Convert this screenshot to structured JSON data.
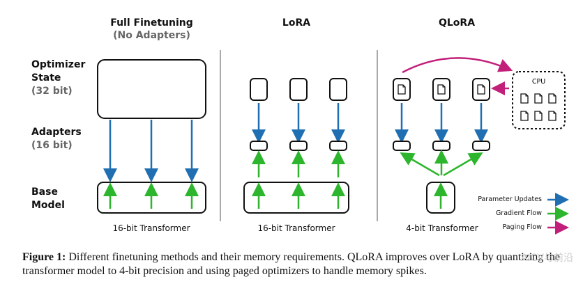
{
  "columns": [
    {
      "title": "Full Finetuning",
      "subtitle": "(No Adapters)",
      "footer": "16-bit Transformer"
    },
    {
      "title": "LoRA",
      "subtitle": "",
      "footer": "16-bit Transformer"
    },
    {
      "title": "QLoRA",
      "subtitle": "",
      "footer": "4-bit Transformer"
    }
  ],
  "row_labels": {
    "optimizer": {
      "line1": "Optimizer",
      "line2": "State",
      "bits": "(32 bit)"
    },
    "adapters": {
      "line1": "Adapters",
      "bits": "(16 bit)"
    },
    "base": {
      "line1": "Base",
      "line2": "Model"
    }
  },
  "cpu_label": "CPU",
  "legend": [
    {
      "label": "Parameter Updates",
      "color": "#1f6fb2"
    },
    {
      "label": "Gradient Flow",
      "color": "#2db52d"
    },
    {
      "label": "Paging Flow",
      "color": "#c21f7a"
    }
  ],
  "caption": {
    "prefix": "Figure 1:",
    "text": "Different finetuning methods and their memory requirements. QLoRA improves over LoRA by quantizing the transformer model to 4-bit precision and using paged optimizers to handle memory spikes."
  },
  "watermark": "AICV与前沿"
}
